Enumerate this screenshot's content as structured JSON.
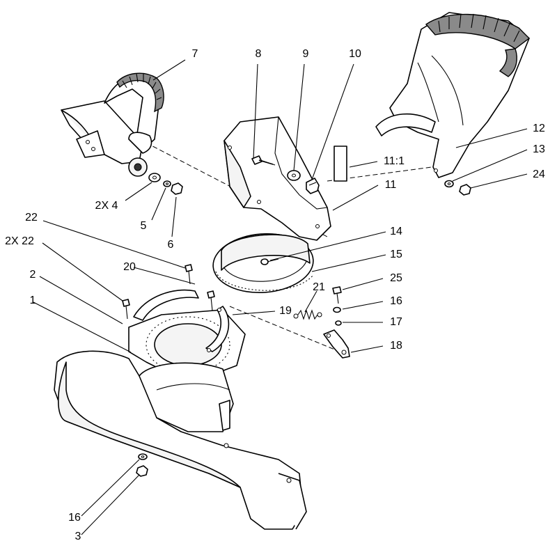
{
  "callouts": [
    {
      "id": "c7",
      "text": "7"
    },
    {
      "id": "c8",
      "text": "8"
    },
    {
      "id": "c9",
      "text": "9"
    },
    {
      "id": "c10",
      "text": "10"
    },
    {
      "id": "c12",
      "text": "12"
    },
    {
      "id": "c13",
      "text": "13"
    },
    {
      "id": "c24",
      "text": "24"
    },
    {
      "id": "c11_1",
      "text": "11:1"
    },
    {
      "id": "c11",
      "text": "11"
    },
    {
      "id": "c2x4",
      "text": "2X  4"
    },
    {
      "id": "c5",
      "text": "5"
    },
    {
      "id": "c6",
      "text": "6"
    },
    {
      "id": "c22",
      "text": "22"
    },
    {
      "id": "c2x22",
      "text": "2X 22"
    },
    {
      "id": "c14",
      "text": "14"
    },
    {
      "id": "c15",
      "text": "15"
    },
    {
      "id": "c20",
      "text": "20"
    },
    {
      "id": "c2",
      "text": "2"
    },
    {
      "id": "c1",
      "text": "1"
    },
    {
      "id": "c21",
      "text": "21"
    },
    {
      "id": "c25",
      "text": "25"
    },
    {
      "id": "c19",
      "text": "19"
    },
    {
      "id": "c16a",
      "text": "16"
    },
    {
      "id": "c17",
      "text": "17"
    },
    {
      "id": "c18",
      "text": "18"
    },
    {
      "id": "c16b",
      "text": "16"
    },
    {
      "id": "c3",
      "text": "3"
    }
  ]
}
